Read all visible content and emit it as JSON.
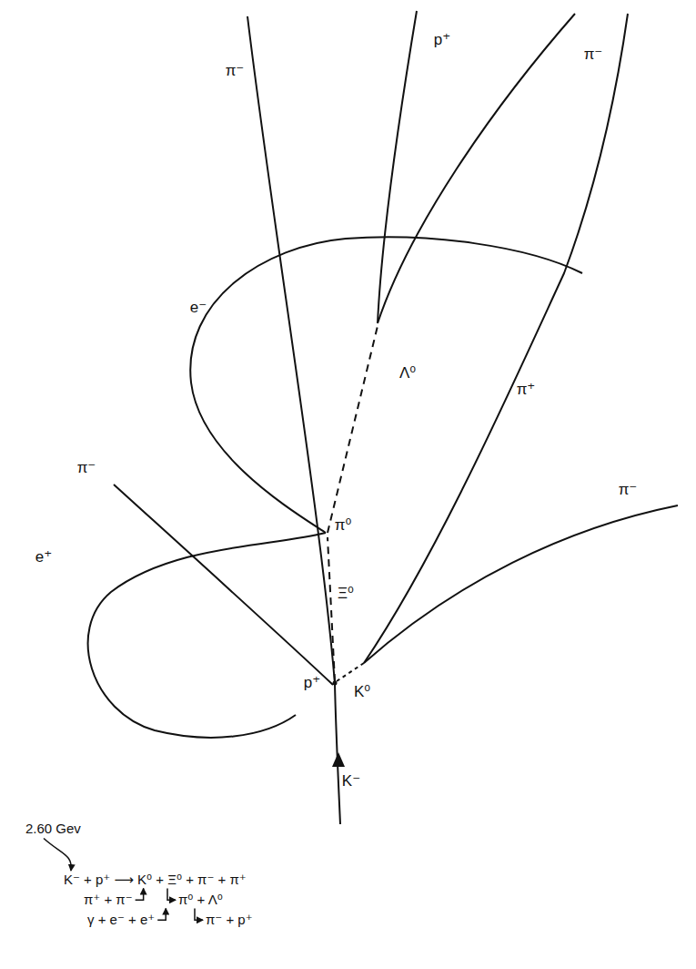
{
  "diagram": {
    "labels": [
      "π⁻",
      "p⁺",
      "π⁻",
      "e⁻",
      "Λ⁰",
      "π⁺",
      "π⁻",
      "π⁰",
      "Ξ⁰",
      "π⁻",
      "e⁺",
      "p⁺",
      "K⁰",
      "K⁻",
      "2.60 Gev",
      "K⁻ + p⁺ ⟶ K⁰ + Ξ⁰ + π⁻ + π⁺",
      "π⁺ + π⁻",
      "π⁰ + Λ⁰",
      "γ + e⁻ + e⁺",
      "π⁻ + p⁺"
    ]
  }
}
